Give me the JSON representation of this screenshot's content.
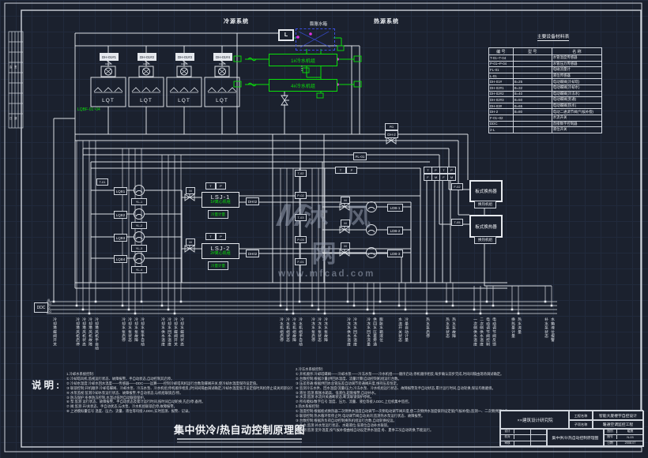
{
  "colors": {
    "bg": "#1b212e",
    "line": "#d9dde3",
    "green": "#0ae00a",
    "magenta": "#e233e2",
    "blue": "#3a4fe0",
    "watermark": "#969eb0"
  },
  "labels": {
    "cold": "冷源系统",
    "heat": "热源系统",
    "tank": "膨胀水箱",
    "lbox": "L",
    "dots": "⋮",
    "group_tag": "LQBF-01~04",
    "desc": "说明:"
  },
  "towers": {
    "unit": "LQT",
    "xs": [
      115,
      163,
      211,
      259
    ],
    "top_tags": [
      "DH-01#1",
      "DH-01#2",
      "DH-01#3",
      "DH-01#4"
    ]
  },
  "units": {
    "chiller_first": "1#冷水机组",
    "chiller_last": "4#冷水机组",
    "lsj1_code": "LSJ-1",
    "lsj1_name": "1#离心机组",
    "lsj2_code": "LSJ-2",
    "lsj2_name": "2#离心机组",
    "hx_name": "板式换热器"
  },
  "pumps": [
    [
      176,
      241
    ],
    [
      176,
      271
    ],
    [
      176,
      300
    ],
    [
      176,
      327
    ],
    [
      470,
      262
    ],
    [
      470,
      291
    ],
    [
      470,
      320
    ]
  ],
  "valves": [
    [
      240,
      250,
      "h"
    ],
    [
      240,
      315,
      "h"
    ],
    [
      360,
      127,
      "v"
    ],
    [
      495,
      178,
      "h"
    ],
    [
      436,
      262,
      "h"
    ],
    [
      436,
      291,
      "h"
    ],
    [
      436,
      320,
      "h"
    ]
  ],
  "magenta_dots": [
    [
      427,
      75
    ],
    [
      427,
      107
    ],
    [
      377,
      47
    ],
    [
      393,
      43
    ]
  ],
  "green_rects": [
    [
      296,
      71,
      9,
      7
    ],
    [
      296,
      103,
      9,
      7
    ],
    [
      448,
      71,
      9,
      7
    ],
    [
      448,
      103,
      9,
      7
    ],
    [
      383,
      86,
      8,
      6
    ],
    [
      397,
      104,
      8,
      6
    ],
    [
      427,
      58,
      8,
      6
    ],
    [
      401,
      118,
      8,
      6
    ]
  ],
  "tags": [
    [
      126,
      67,
      22,
      8,
      "DH-01#1",
      "f"
    ],
    [
      174,
      67,
      22,
      8,
      "DH-01#2",
      "f"
    ],
    [
      222,
      67,
      22,
      8,
      "DH-01#3",
      "f"
    ],
    [
      270,
      67,
      22,
      8,
      "DH-01#4",
      "f"
    ],
    [
      144,
      237,
      15,
      8,
      "LQB1",
      "w"
    ],
    [
      144,
      267,
      15,
      8,
      "LQB2",
      "w"
    ],
    [
      144,
      296,
      15,
      8,
      "LQB3",
      "w"
    ],
    [
      144,
      323,
      15,
      8,
      "LQB4",
      "w"
    ],
    [
      166,
      251,
      18,
      7,
      "YL-1",
      "w"
    ],
    [
      166,
      281,
      18,
      7,
      "YL-2",
      "w"
    ],
    [
      166,
      310,
      18,
      7,
      "YL-3",
      "w"
    ],
    [
      166,
      337,
      18,
      7,
      "YL-4",
      "w"
    ],
    [
      122,
      226,
      13,
      7,
      "T-01",
      "w"
    ],
    [
      235,
      237,
      10,
      7,
      "M",
      "w"
    ],
    [
      235,
      302,
      10,
      7,
      "M",
      "w"
    ],
    [
      260,
      231,
      11,
      7,
      "T",
      "w"
    ],
    [
      273,
      231,
      11,
      7,
      "P",
      "w"
    ],
    [
      260,
      295,
      11,
      7,
      "T",
      "w"
    ],
    [
      273,
      295,
      11,
      7,
      "P",
      "w"
    ],
    [
      311,
      250,
      15,
      8,
      "DH02",
      "w"
    ],
    [
      311,
      316,
      15,
      8,
      "DH02",
      "w"
    ],
    [
      263,
      266,
      24,
      9,
      "冷量计量",
      "g"
    ],
    [
      263,
      331,
      24,
      9,
      "冷量计量",
      "g"
    ],
    [
      373,
      215,
      13,
      7,
      "T-02",
      "w"
    ],
    [
      373,
      243,
      13,
      7,
      "P-02",
      "w"
    ],
    [
      373,
      271,
      13,
      7,
      "T-03",
      "w"
    ],
    [
      373,
      299,
      13,
      7,
      "P-03",
      "w"
    ],
    [
      373,
      327,
      13,
      7,
      "F-01",
      "w"
    ],
    [
      424,
      211,
      12,
      7,
      "T",
      "w"
    ],
    [
      438,
      211,
      12,
      7,
      "P",
      "w"
    ],
    [
      447,
      193,
      15,
      8,
      "FL-01",
      "w"
    ],
    [
      487,
      156,
      15,
      7,
      "PD",
      "w"
    ],
    [
      487,
      165,
      15,
      8,
      "DH-2",
      "w"
    ],
    [
      431,
      249,
      10,
      7,
      "M",
      "w"
    ],
    [
      431,
      278,
      10,
      7,
      "M",
      "w"
    ],
    [
      431,
      307,
      10,
      7,
      "M",
      "w"
    ],
    [
      490,
      258,
      18,
      8,
      "LDB-1",
      "w"
    ],
    [
      490,
      287,
      18,
      8,
      "LDB-2",
      "w"
    ],
    [
      490,
      316,
      18,
      8,
      "LDB-3",
      "w"
    ],
    [
      536,
      211,
      9,
      7,
      "T",
      "w"
    ],
    [
      546,
      211,
      9,
      7,
      "P",
      "w"
    ],
    [
      556,
      211,
      9,
      7,
      "T",
      "w"
    ],
    [
      566,
      211,
      9,
      7,
      "P",
      "w"
    ],
    [
      536,
      220,
      9,
      7,
      "F",
      "w"
    ],
    [
      546,
      220,
      9,
      7,
      "M",
      "w"
    ],
    [
      556,
      220,
      9,
      7,
      "F",
      "w"
    ],
    [
      566,
      220,
      9,
      7,
      "M",
      "w"
    ],
    [
      571,
      232,
      13,
      7,
      "F-02",
      "w"
    ],
    [
      571,
      277,
      13,
      7,
      "T-05",
      "w"
    ],
    [
      600,
      254,
      26,
      8,
      "换热机组",
      "w"
    ],
    [
      600,
      299,
      26,
      8,
      "换热机组",
      "w"
    ]
  ],
  "ddc": {
    "label": "DDC",
    "rows": [
      "AI",
      "AO",
      "DI",
      "DO"
    ],
    "points": [
      [
        68,
        150,
        "冷却塔蝶阀开关"
      ],
      [
        97,
        178,
        "冷却塔风机启停"
      ],
      [
        105,
        178,
        "冷却塔风机状态"
      ],
      [
        113,
        178,
        "冷却塔风机故障"
      ],
      [
        121,
        178,
        "冷却塔风机手自动"
      ],
      [
        155,
        188,
        "冷却水泵启停"
      ],
      [
        163,
        188,
        "冷却水泵状态"
      ],
      [
        171,
        188,
        "冷却水泵故障"
      ],
      [
        179,
        188,
        "冷却水泵手自动"
      ],
      [
        205,
        196,
        "冷却水供水温度"
      ],
      [
        213,
        196,
        "冷却水回水温度"
      ],
      [
        221,
        196,
        "冷却水蝶阀开关"
      ],
      [
        229,
        196,
        "冷却水蝶阀状态"
      ],
      [
        355,
        213,
        "冷水机组启停"
      ],
      [
        363,
        213,
        "冷水机组状态"
      ],
      [
        371,
        213,
        "冷水机组故障"
      ],
      [
        379,
        213,
        "冷水机组手自动"
      ],
      [
        395,
        213,
        "冷冻水泵启停"
      ],
      [
        403,
        213,
        "冷冻水泵状态"
      ],
      [
        411,
        213,
        "冷冻水泵故障"
      ],
      [
        440,
        358,
        "冷冻水供水温度"
      ],
      [
        448,
        358,
        "冷冻水回水温度"
      ],
      [
        465,
        358,
        "冷冻水回水流量"
      ],
      [
        473,
        358,
        "供回水压差旁通"
      ],
      [
        481,
        358,
        "膨胀水箱液位"
      ],
      [
        505,
        358,
        "水流开关状态"
      ],
      [
        513,
        358,
        "冷量自动计量"
      ],
      [
        540,
        358,
        "热水泵启停"
      ],
      [
        565,
        358,
        "热水泵状态"
      ],
      [
        573,
        358,
        "热水泵故障"
      ],
      [
        600,
        362,
        "一次侧供水温度"
      ],
      [
        608,
        362,
        "二次侧供水温度"
      ],
      [
        616,
        362,
        "电动调节阀控制"
      ],
      [
        624,
        362,
        "电动调节阀反馈"
      ],
      [
        648,
        362,
        "换热量计量"
      ],
      [
        656,
        362,
        "热水流量"
      ],
      [
        690,
        362,
        "补水泵状态"
      ],
      [
        698,
        362,
        "水箱液位报警"
      ]
    ]
  },
  "legend": {
    "title": "主要设备材料表",
    "headers": [
      "编 号",
      "型 号",
      "名  称"
    ],
    "rows": [
      [
        "T-01~T-04",
        "",
        "水管温度传感器"
      ],
      [
        "P-01~P-04",
        "",
        "水管压力传感器"
      ],
      [
        "FL-01",
        "",
        "电磁流量计"
      ],
      [
        "L-01",
        "",
        "液位传感器"
      ],
      [
        "DH-01#",
        "B=25",
        "电动蝶阀(冷却塔)"
      ],
      [
        "DH-02#1",
        "B=32",
        "电动蝶阀(冷却水)"
      ],
      [
        "DH-02#2",
        "B=40",
        "电动蝶阀(冷冻水)"
      ],
      [
        "DH-02#3",
        "B=50",
        "电动蝶阀(旁通)"
      ],
      [
        "DH-03#",
        "B=65",
        "电动蝶阀(热水)"
      ],
      [
        "DH-2",
        "B=80",
        "电动二通调节阀(气候补偿)"
      ],
      [
        "F-01~02",
        "",
        "水流开关"
      ],
      [
        "DDC",
        "",
        "直接数字控制器"
      ],
      [
        "2-L",
        "",
        "液位开关"
      ]
    ]
  },
  "notes": {
    "col1": [
      "1.冷却水系统控制:",
      "① 冷却塔风机:监视运行状态、故障报警、手自动状态,自动控制其启停。",
      "② 冷却水温度:冷却水回水温度——传感器——DDC——运算——控制冷却塔风机运行台数及蝶阀开关,使冷却水温度保持设定值。",
      "③ 联锁控制:开机顺序:冷却塔蝶阀、冷却水泵、冷冻水泵、冷水机组;停机顺序相反,(时间间隔由调试确定,冷却水温度低于设定值时风机停止或关闭部分冷却塔进水蝶阀(21~23℃可调))。",
      "④ 水泵监视:监测冷却水泵运行状态、故障报警,手自动状态,与机组联锁启/停。",
      "⑤ 防冻保护:冬季防冻控制,水温过低时自动联锁保护。",
      "⑥ 泵:监测 运行状态、故障报警、手自动状态及累计运行时间,按时间自动轮换,先启/停,备用。",
      "⑦ 阀:监测 开/关状态、手自动状态,与水泵、冷水机组联锁启停,故障报警。",
      "⑧ 上述模拟量信号 温度、压力、流量、液位等均接入DDC,实时监测、报警、记录。"
    ],
    "col2": [
      "2.冷冻水系统控制:",
      "① 开机顺序:冷却塔蝶阀——冷却水泵——冷冻水泵——冷水机组——顺序启动,停机顺序相反,每步确认前步完成,时间间隔由现场调试确定。",
      "② 台数控制:根据冷量(供回水温度、流量计算)自动控制机组运行台数。",
      "③ 压差旁通:根据供回水总管压差自动调节旁通阀开度,维持压差恒定。",
      "④ 监测冷冻水供、回水温度/流量/压力,冷冻水泵、冷水机组运行状态、故障报警及手自动状态,累计运行时间,自动轮换,保证均衡磨损。",
      "⑤ 液位:监测 膨胀水箱高、低液位,超限报警,自动补水。",
      "⑥ 水流:监测 水流开关通断状态,断流联锁保护停机。",
      "⑦ 所有模拟/数字信号 温度、压力、流量、液位等接入DDC,上位机集中监控。",
      "3.热水系统控制:",
      "① 温度控制:根据板式换热器二次侧供水温度自动调节一次侧电动调节阀开度,使二次侧供水温度保持设定值(气候补偿),监测一、二次侧供回水温度及压差。",
      "② 联锁控制:热水循环泵停止时,电动调节阀自动关闭;监测热水泵运行状态、故障报警。",
      "③ 台数控制:根据热负荷自动控制换热机组运行台数,自动轮换投运。",
      "④ 补水:监测 补水泵运行状态、水箱液位,低液位自动补水联锁。",
      "⑤ 监测:监测 室外温度,按气候补偿曲线自动设定供水温度;冬、夏季工况自动转换,节能运行。"
    ]
  },
  "main_title": "集中供冷/热自动控制原理图",
  "watermark": {
    "logo": "M",
    "brand": "沐 风 网",
    "url": "www.mfcad.com"
  },
  "titleblock": {
    "org": "××建筑设计研究院",
    "proj_label": "工程名称",
    "proj": "智能大厦楼宇自控设计",
    "sub_label": "子项名称",
    "sub": "暖通空调监控工程",
    "sign": [
      "设计",
      "校对",
      "审核"
    ],
    "title": "集中供冷/热自动控制原理图",
    "info": [
      [
        "图别",
        "暖施"
      ],
      [
        "图号",
        "N-03"
      ],
      [
        "日期",
        "2008.07"
      ]
    ]
  },
  "signoff_marks": [
    "会 签",
    "日 期"
  ]
}
